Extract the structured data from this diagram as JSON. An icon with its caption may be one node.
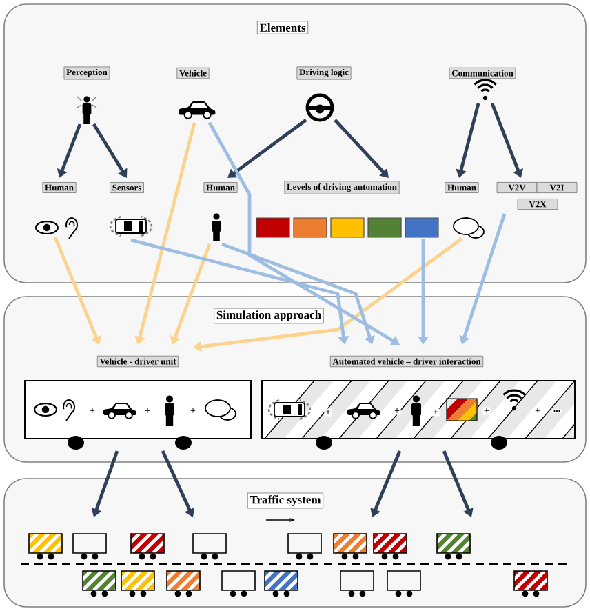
{
  "diagram": {
    "nodes": [
      {
        "text": [
          "Elements"
        ]
      },
      {
        "text": [
          "Perception"
        ],
        "in": 0
      },
      {
        "text": [
          "Vehicle"
        ],
        "in": 0
      },
      {
        "text": [
          "Driving logic"
        ],
        "in": 0
      },
      {
        "text": [
          "Communication"
        ],
        "in": 0
      },
      {
        "text": [
          "Human"
        ],
        "in": 0
      },
      {
        "text": [
          "Sensors"
        ],
        "in": 0
      },
      {
        "text": [
          "Human"
        ],
        "in": 0
      },
      {
        "text": [
          "Levels of driving automation"
        ],
        "in": 0
      },
      {
        "text": [
          "Human"
        ],
        "in": 0
      },
      {
        "text": [
          "V2V"
        ],
        "in": 0
      },
      {
        "text": [
          "V2I"
        ],
        "in": 0
      },
      {
        "text": [
          "V2X"
        ],
        "in": 0
      },
      {
        "text": [
          "Simulation approach"
        ]
      },
      {
        "text": [
          "Vehicle - driver unit"
        ],
        "in": 13
      },
      {
        "text": [
          "Automated vehicle – driver interaction"
        ],
        "in": 13
      },
      {
        "text": [
          "Traffic system"
        ]
      }
    ],
    "edges": [
      {
        "from": 1,
        "to": 5,
        "arrow": "to",
        "color": "#2f4058"
      },
      {
        "from": 1,
        "to": 6,
        "arrow": "to",
        "color": "#2f4058"
      },
      {
        "from": 3,
        "to": 7,
        "arrow": "to",
        "color": "#2f4058"
      },
      {
        "from": 3,
        "to": 8,
        "arrow": "to",
        "color": "#2f4058"
      },
      {
        "from": 4,
        "to": 9,
        "arrow": "to",
        "color": "#2f4058"
      },
      {
        "from": 4,
        "to": 10,
        "arrow": "to",
        "color": "#2f4058"
      },
      {
        "from": 5,
        "to": 14,
        "arrow": "to",
        "color": "#fbd38e"
      },
      {
        "from": 2,
        "to": 14,
        "arrow": "to",
        "color": "#fbd38e"
      },
      {
        "from": 7,
        "to": 14,
        "arrow": "to",
        "color": "#fbd38e"
      },
      {
        "from": 9,
        "to": 14,
        "arrow": "to",
        "color": "#fbd38e"
      },
      {
        "from": 6,
        "to": 15,
        "arrow": "to",
        "color": "#9dbde3"
      },
      {
        "from": 2,
        "to": 15,
        "arrow": "to",
        "color": "#9dbde3"
      },
      {
        "from": 7,
        "to": 15,
        "arrow": "to",
        "color": "#9dbde3"
      },
      {
        "from": 8,
        "to": 15,
        "arrow": "to",
        "color": "#9dbde3"
      },
      {
        "from": 12,
        "to": 15,
        "arrow": "to",
        "color": "#9dbde3"
      },
      {
        "from": 14,
        "to": 16,
        "arrow": "to",
        "color": "#2f4058"
      },
      {
        "from": 14,
        "to": 16,
        "arrow": "to",
        "color": "#2f4058"
      },
      {
        "from": 15,
        "to": 16,
        "arrow": "to",
        "color": "#2f4058"
      },
      {
        "from": 15,
        "to": 16,
        "arrow": "to",
        "color": "#2f4058"
      }
    ],
    "labels": [
      "+",
      "+",
      "+",
      "+",
      "+",
      "+",
      "+",
      "+",
      "..."
    ]
  }
}
